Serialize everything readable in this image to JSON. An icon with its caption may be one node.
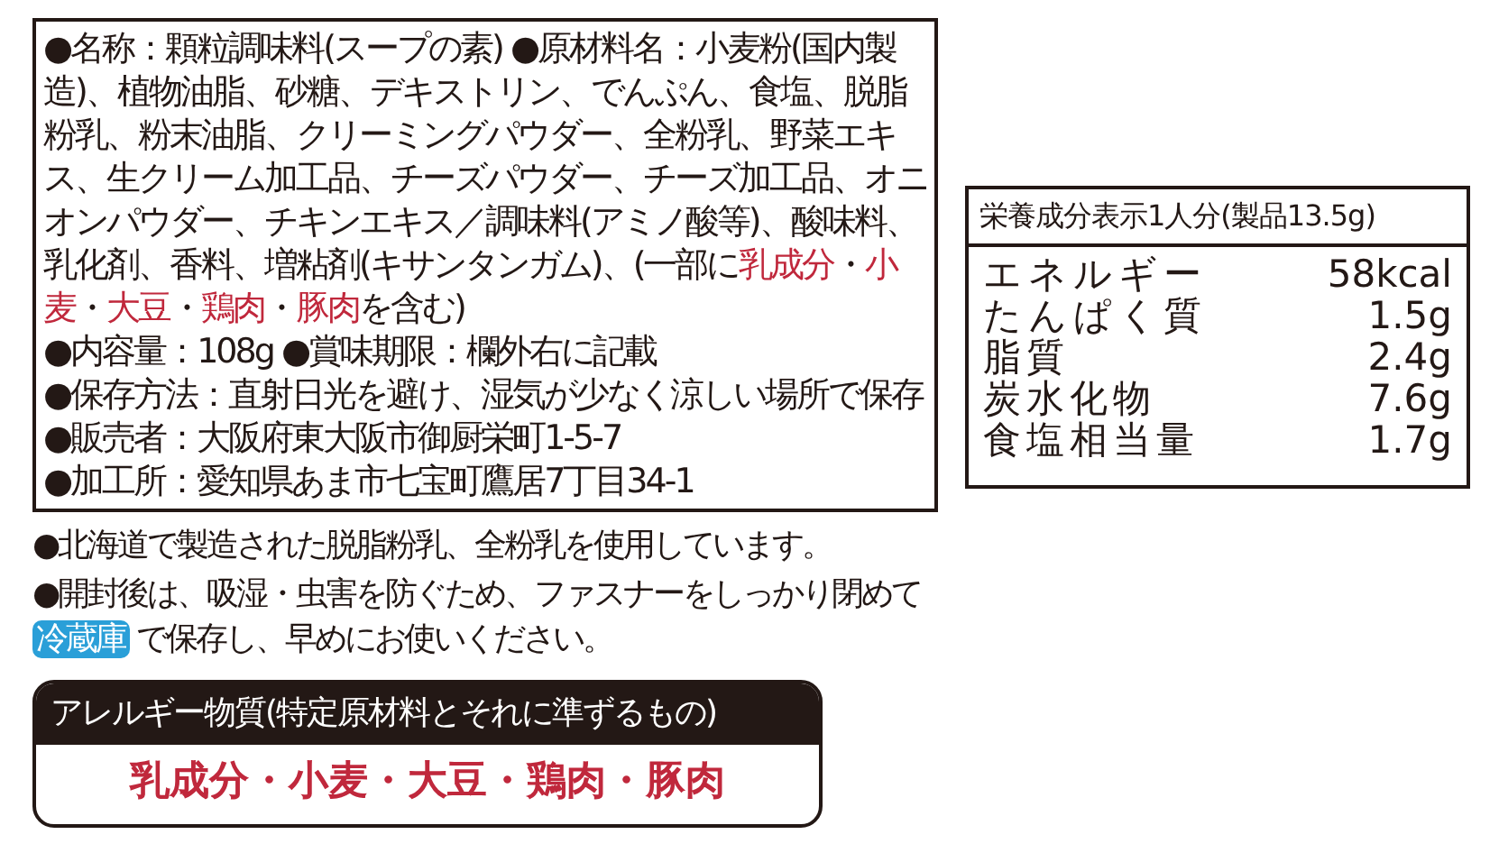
{
  "diagram": {
    "nodes": [
      {
        "text": [
          "●名称：顆粒調味料(スープの素) ●原材料名：小麦粉(国内製造)、植物油脂、砂糖、デキストリン、でんぷん、食塩、脱脂粉乳、粉末油脂、クリーミングパウダー、全粉乳、野菜エキス、生クリーム加工品、チーズパウダー、チーズ加工品、オニオンパウダー、チキンエキス／調味料(アミノ酸等)、酸味料、乳化剤、香料、増粘剤(キサンタンガム)、(一部に**乳成分**・**小麦**・**大豆**・**鶏肉**・**豚肉**を含む)",
          "●内容量：108g ●賞味期限：欄外右に記載",
          "●保存方法：直射日光を避け、湿気が少なく涼しい場所で保存",
          "●販売者：大阪府東大阪市御厨栄町1-5-7",
          "●加工所：愛知県あま市七宝町鷹居7丁目34-1"
        ]
      },
      {
        "text": [
          "栄養成分表示1人分(製品13.5g)"
        ]
      },
      {
        "text": [
          "アレルギー物質(特定原材料とそれに準ずるもの)",
          "乳成分・小麦・大豆・鶏肉・豚肉"
        ]
      }
    ],
    "labels": [
      "エネルギー",
      "58kcal",
      "たんぱく質",
      "1.5g",
      "脂質",
      "2.4g",
      "炭水化物",
      "7.6g",
      "食塩相当量",
      "1.7g",
      "●北海道で製造された脱脂粉乳、全粉乳を使用しています。",
      "●開封後は、吸湿・虫害を防ぐため、ファスナーをしっかり閉めて**冷蔵庫**で保存し、早めにお使いください。"
    ]
  }
}
